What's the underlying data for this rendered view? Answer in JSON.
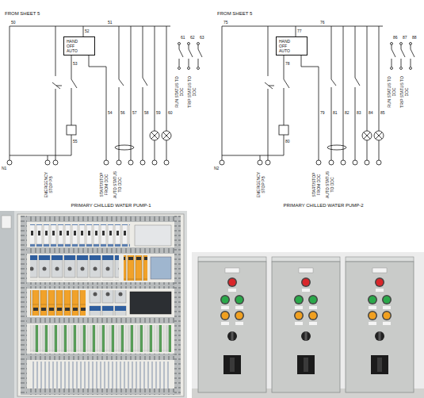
{
  "diagram": {
    "nodes": [
      {
        "text": [
          "HAND",
          "OFF",
          "AUTO"
        ]
      },
      {
        "text": [
          "HAND",
          "OFF",
          "AUTO"
        ]
      }
    ],
    "labels": [
      "FROM SHEET 5",
      "50",
      "51",
      "52",
      "53",
      "54",
      "55",
      "56",
      "57",
      "58",
      "59",
      "60",
      "61",
      "62",
      "63",
      "N1",
      "EMERGENCY STOP PB",
      "START/STOP FROM DDC",
      "AUTO STATUS TO DDC",
      "PRIMARY CHILLED WATER PUMP-1",
      "RUN STATUS TO DDC",
      "TRIP STATUS TO DDC",
      "FROM SHEET 5",
      "75",
      "76",
      "77",
      "78",
      "79",
      "80",
      "81",
      "82",
      "83",
      "84",
      "85",
      "86",
      "87",
      "88",
      "N2",
      "EMERGENCY STOP PB",
      "START/STOP FROM DDC",
      "AUTO STATUS TO DDC",
      "PRIMARY CHILLED WATER PUMP-2",
      "RUN STATUS TO DDC",
      "TRIP STATUS TO DDC"
    ]
  }
}
